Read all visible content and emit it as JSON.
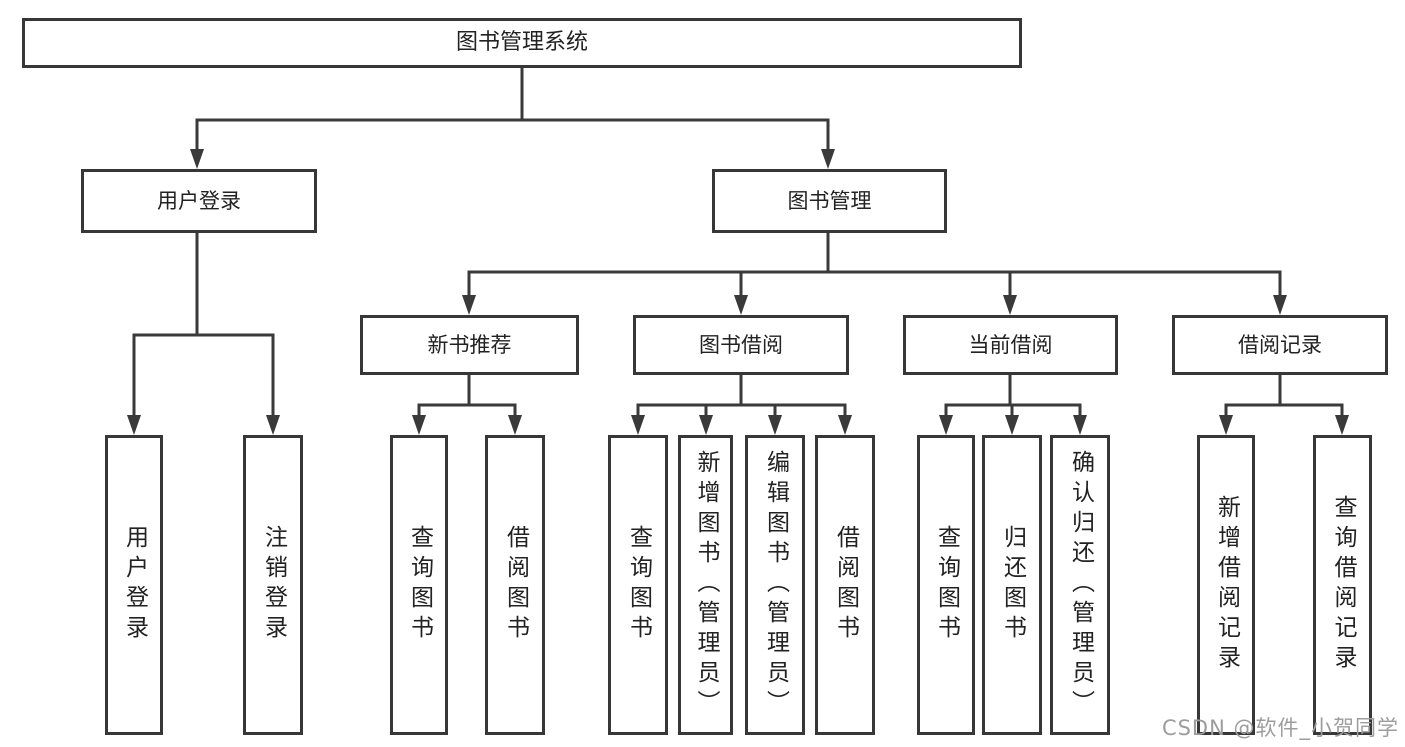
{
  "watermark": "CSDN @软件_小贺同学",
  "tree": {
    "root": "图书管理系统",
    "children": [
      {
        "label": "用户登录",
        "children": [
          "用户登录",
          "注销登录"
        ]
      },
      {
        "label": "图书管理",
        "children": [
          {
            "label": "新书推荐",
            "children": [
              "查询图书",
              "借阅图书"
            ]
          },
          {
            "label": "图书借阅",
            "children": [
              "查询图书",
              "新增图书（管理员）",
              "编辑图书（管理员）",
              "借阅图书"
            ]
          },
          {
            "label": "当前借阅",
            "children": [
              "查询图书",
              "归还图书",
              "确认归还（管理员）"
            ]
          },
          {
            "label": "借阅记录",
            "children": [
              "新增借阅记录",
              "查询借阅记录"
            ]
          }
        ]
      }
    ]
  },
  "colors": {
    "line": "#3a3a3a",
    "box_border": "#373737",
    "text": "#222222",
    "watermark": "#9d9d9d",
    "background": "#ffffff"
  }
}
